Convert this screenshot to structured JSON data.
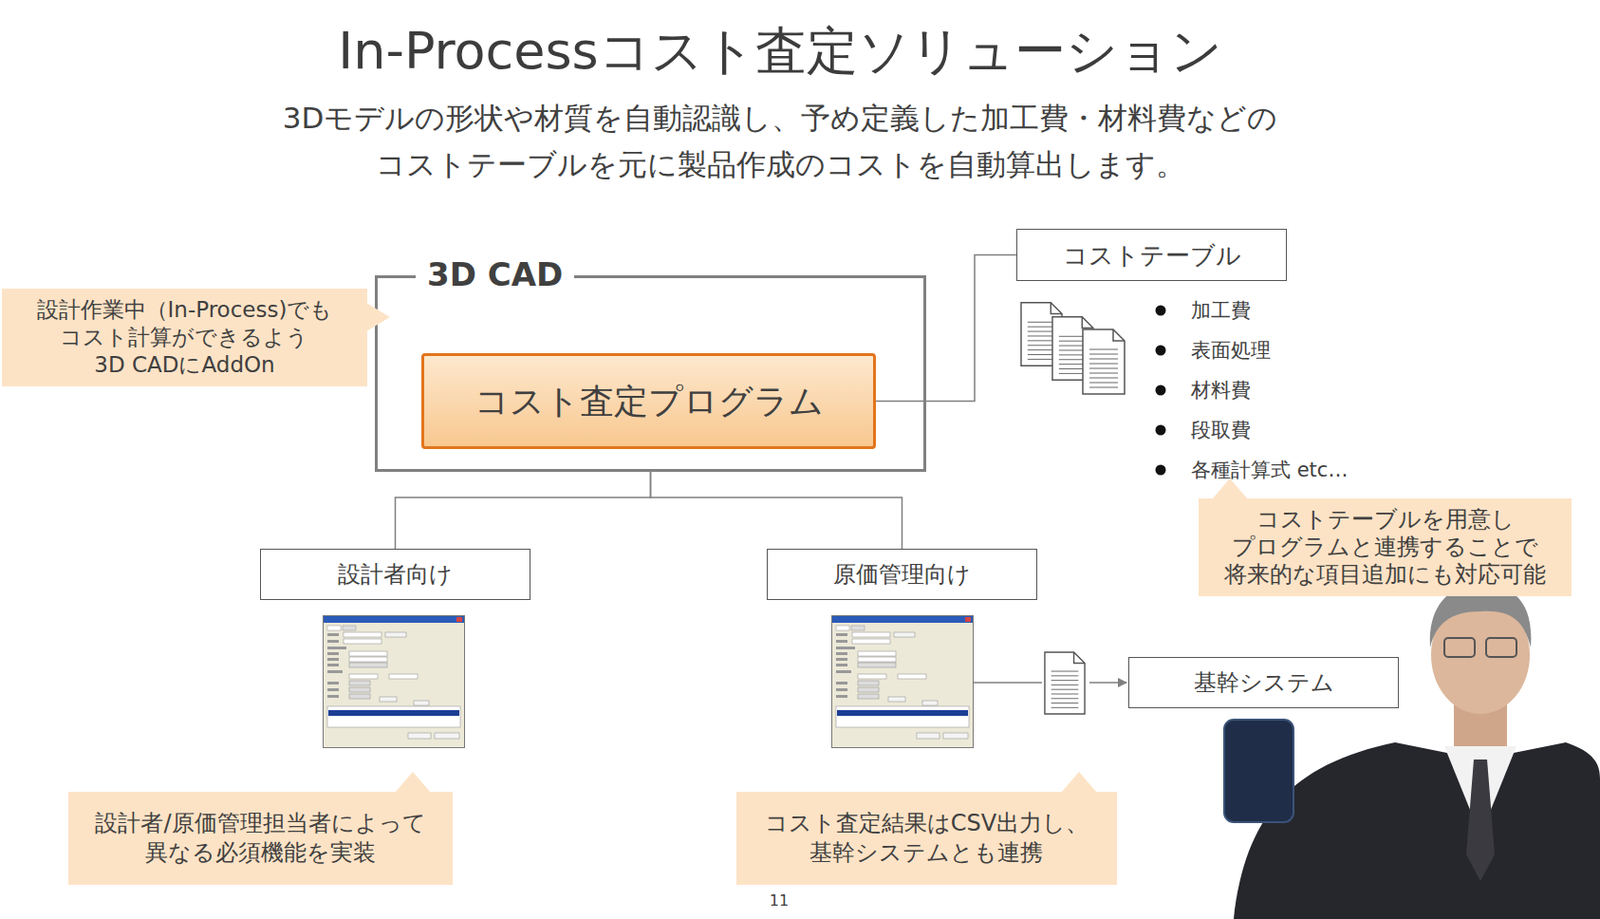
{
  "diagram": {
    "title": "In-Processコスト査定ソリューション",
    "nodes": [
      {
        "text": [
          "3D CAD"
        ]
      },
      {
        "text": [
          "コスト査定プログラム"
        ],
        "in": 0
      },
      {
        "text": [
          "設計作業中（In-Process)でも コスト計算ができるよう 3D CADにAddOn"
        ]
      },
      {
        "text": [
          "コストテーブル"
        ]
      },
      {
        "text": [
          "コストテーブルを用意し プログラムと連携することで 将来的な項目追加にも対応可能"
        ]
      },
      {
        "text": [
          "設計者向け"
        ]
      },
      {
        "text": [
          "原価管理向け"
        ]
      },
      {
        "text": [
          "基幹システム"
        ]
      },
      {
        "text": [
          "設計者/原価管理担当者によって 異なる必須機能を実装"
        ]
      },
      {
        "text": [
          "コスト査定結果はCSV出力し、 基幹システムとも連携"
        ]
      }
    ],
    "edges": [
      {
        "from": 1,
        "to": 3,
        "arrow": "none"
      },
      {
        "from": 0,
        "to": 5,
        "arrow": "none"
      },
      {
        "from": 0,
        "to": 6,
        "arrow": "none"
      }
    ],
    "labels": [
      "3Dモデルの形状や材質を自動認識し、予め定義した加工費・材料費などの コストテーブルを元に製品作成のコストを自動算出します。",
      "加工費",
      "表面処理",
      "材料費",
      "段取費",
      "各種計算式 etc…",
      "11"
    ]
  }
}
